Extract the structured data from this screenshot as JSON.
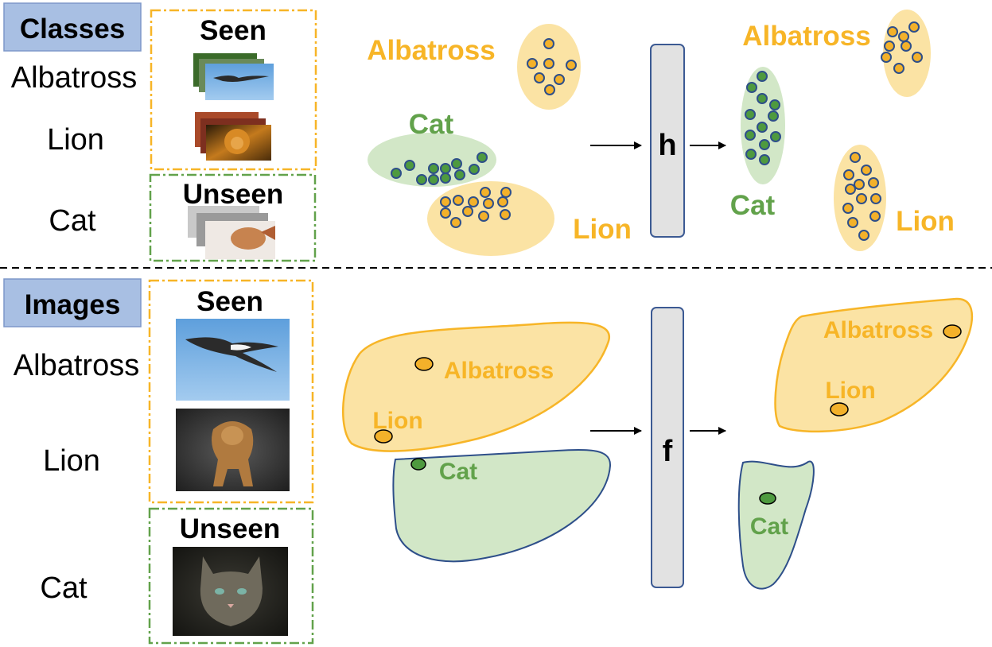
{
  "colors": {
    "seen": "#f7b527",
    "seen_fill": "#fbe3a4",
    "seen_dot": "#f3b12a",
    "unseen": "#62a24b",
    "unseen_fill": "#d2e7c7",
    "unseen_dot": "#4e9a3f",
    "dot_stroke": "#2e4f8a",
    "header_fill": "#a8bfe3",
    "header_stroke": "#7d97c9",
    "bar_fill": "#e2e2e2",
    "bar_stroke": "#3c5a93",
    "divider": "#000000"
  },
  "top": {
    "header": "Classes",
    "labels": {
      "albatross": "Albatross",
      "lion": "Lion",
      "cat": "Cat"
    },
    "seen_title": "Seen",
    "unseen_title": "Unseen",
    "mapping": "h",
    "left_space": {
      "albatross": "Albatross",
      "cat": "Cat",
      "lion": "Lion"
    },
    "right_space": {
      "albatross": "Albatross",
      "cat": "Cat",
      "lion": "Lion"
    }
  },
  "bottom": {
    "header": "Images",
    "labels": {
      "albatross": "Albatross",
      "lion": "Lion",
      "cat": "Cat"
    },
    "seen_title": "Seen",
    "unseen_title": "Unseen",
    "mapping": "f",
    "left_space": {
      "albatross": "Albatross",
      "lion": "Lion",
      "cat": "Cat"
    },
    "right_space": {
      "albatross": "Albatross",
      "lion": "Lion",
      "cat": "Cat"
    }
  },
  "icons": {
    "albatross_photo": "albatross-photo-icon",
    "lion_photo": "lion-photo-icon",
    "cat_photo": "cat-photo-icon",
    "arrow": "right-arrow-icon"
  }
}
